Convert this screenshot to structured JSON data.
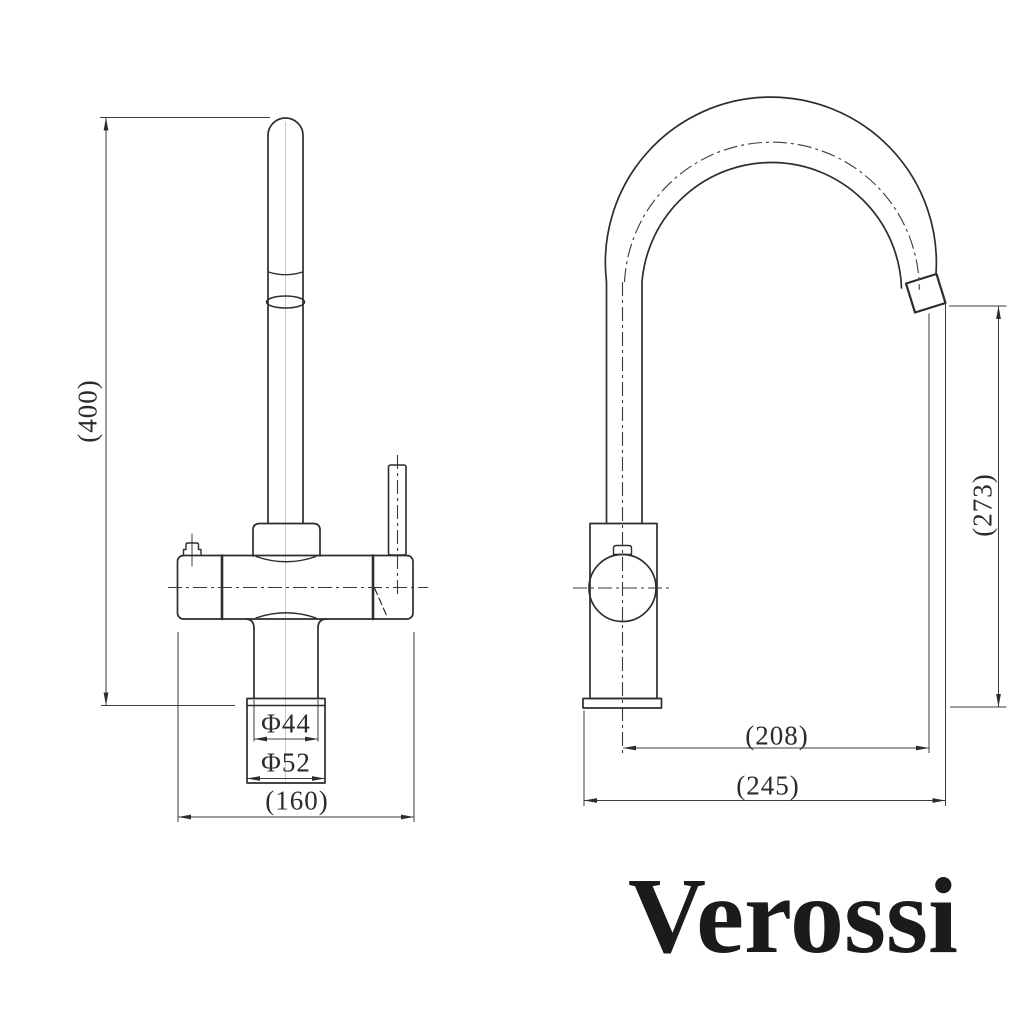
{
  "brand": {
    "logo_text": "Verossi"
  },
  "drawing": {
    "front_view": {
      "dim_overall_height": "(400)",
      "dim_spout_pipe_diameter": "Φ44",
      "dim_base_diameter": "Φ52",
      "dim_overall_width": "(160)"
    },
    "side_view": {
      "dim_outlet_height": "(273)",
      "dim_spout_reach": "(208)",
      "dim_overall_depth": "(245)"
    },
    "colors": {
      "line": "#2d2d2d",
      "dimension_line": "#3c3c3c",
      "text": "#2b2b2b",
      "logo": "#1b1b1d",
      "background": "#ffffff"
    }
  }
}
